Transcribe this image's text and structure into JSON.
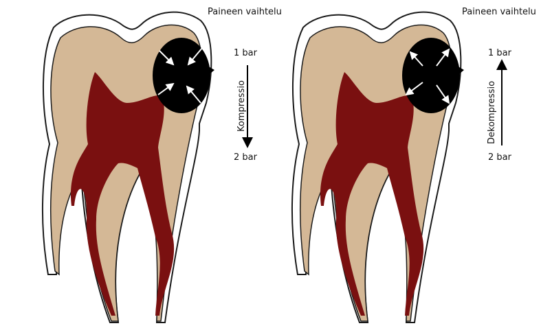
{
  "panels": [
    {
      "title": "Paineen vaihtelu",
      "top_pressure": "1 bar",
      "bottom_pressure": "2 bar",
      "process": "Kompressio",
      "arrow_direction": "down",
      "cavity_arrows": "inward"
    },
    {
      "title": "Paineen vaihtelu",
      "top_pressure": "1 bar",
      "bottom_pressure": "2 bar",
      "process": "Dekompressio",
      "arrow_direction": "up",
      "cavity_arrows": "outward"
    }
  ],
  "colors": {
    "enamel": "#ffffff",
    "dentin": "#d4b896",
    "pulp": "#7a1010",
    "cavity": "#000000",
    "outline": "#1a1a1a"
  }
}
